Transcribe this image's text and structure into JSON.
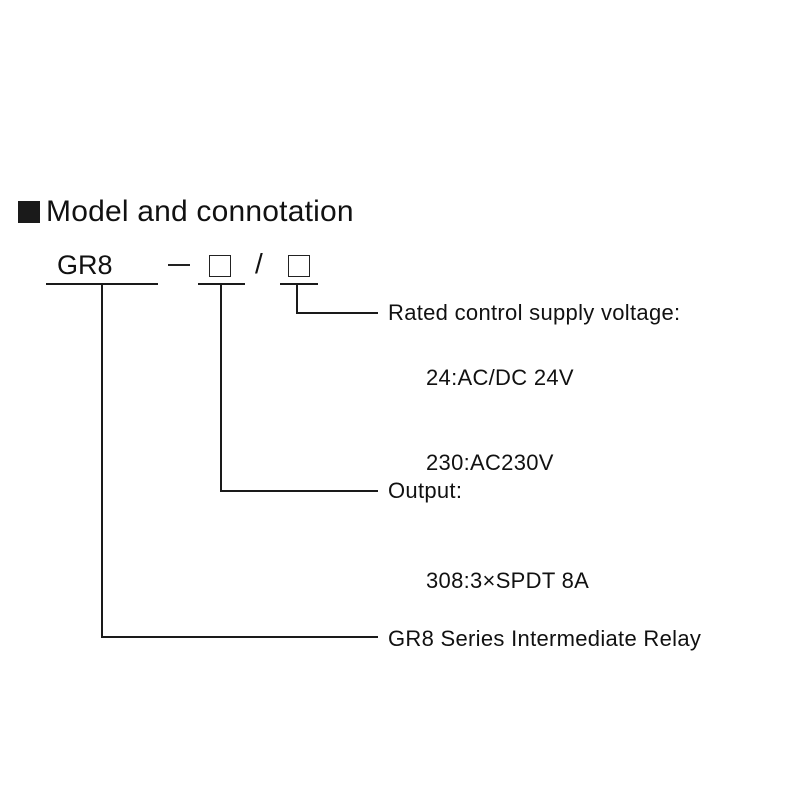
{
  "heading": {
    "text": "Model and connotation"
  },
  "model": {
    "prefix": "GR8",
    "separator_slash": "/"
  },
  "voltage": {
    "label": "Rated control supply voltage:",
    "options": [
      "24:AC/DC 24V",
      "230:AC230V"
    ]
  },
  "output": {
    "label": "Output:",
    "options": [
      "308:3×SPDT 8A"
    ]
  },
  "series": {
    "label": "GR8 Series Intermediate Relay"
  }
}
